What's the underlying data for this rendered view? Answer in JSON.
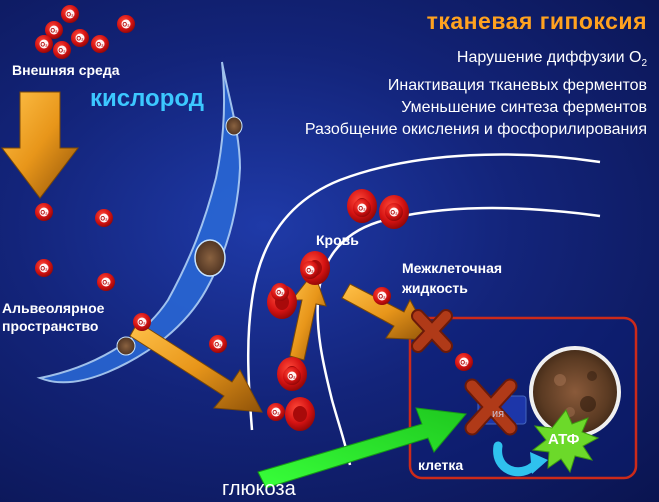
{
  "title": "тканевая гипоксия",
  "mechanisms": {
    "line1_prefix": "Нарушение диффузии О",
    "line1_sub": "2",
    "line2": "Инактивация тканевых ферментов",
    "line3": "Уменьшение синтеза ферментов",
    "line4": "Разобщение окисления и фосфорилирования"
  },
  "labels": {
    "external_environment": "Внешняя среда",
    "oxygen": "кислород",
    "alveolar_line1": "Альвеолярное",
    "alveolar_line2": "пространство",
    "blood": "Кровь",
    "interstitial_line1": "Межклеточная",
    "interstitial_line2": "жидкость",
    "cell": "клетка",
    "glucose": "глюкоза",
    "atp": "АТФ",
    "enzyme_fragment": "ия",
    "o2_molecule": "O2"
  },
  "colors": {
    "title": "#ffa21f",
    "oxygen_label": "#3cc8ff",
    "background": "#13247a",
    "arrow_orange": "#e79a1c",
    "arrow_green": "#2de82d",
    "blood_cell": "#d81414",
    "cross": "#a83214",
    "cell_border": "#cc2a1a",
    "atp_burst": "#6cd92a",
    "cycle_arrow": "#2fc2ee"
  }
}
